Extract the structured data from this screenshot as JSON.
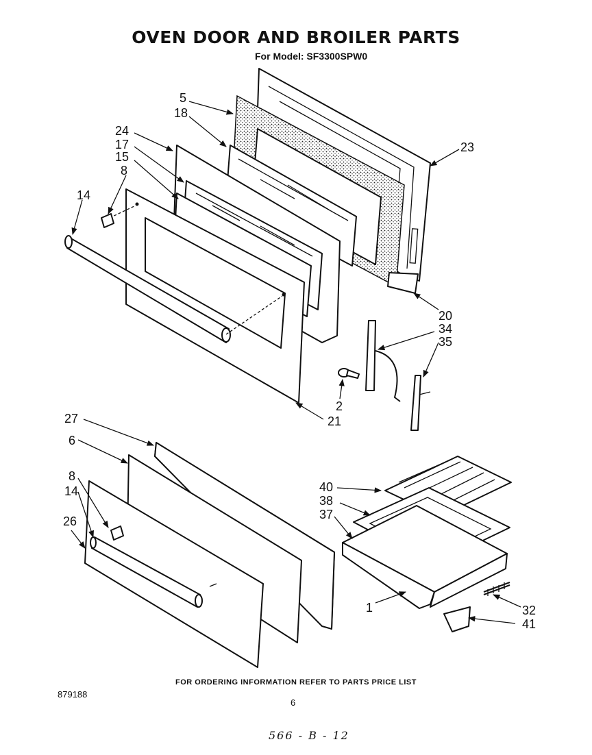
{
  "header": {
    "title": "OVEN DOOR AND BROILER PARTS",
    "model_line": "For Model: SF3300SPW0"
  },
  "callouts": {
    "c5": "5",
    "c18": "18",
    "c24": "24",
    "c17": "17",
    "c15": "15",
    "c8a": "8",
    "c14a": "14",
    "c23": "23",
    "c20": "20",
    "c34": "34",
    "c35": "35",
    "c2": "2",
    "c21": "21",
    "c27": "27",
    "c6": "6",
    "c8b": "8",
    "c14b": "14",
    "c26": "26",
    "c40": "40",
    "c38": "38",
    "c37": "37",
    "c1": "1",
    "c32": "32",
    "c41": "41"
  },
  "footer": {
    "ordering_note": "FOR ORDERING INFORMATION REFER TO PARTS PRICE LIST",
    "page_number": "6",
    "document_number": "879188",
    "handwritten_note": "566 - B - 12"
  }
}
